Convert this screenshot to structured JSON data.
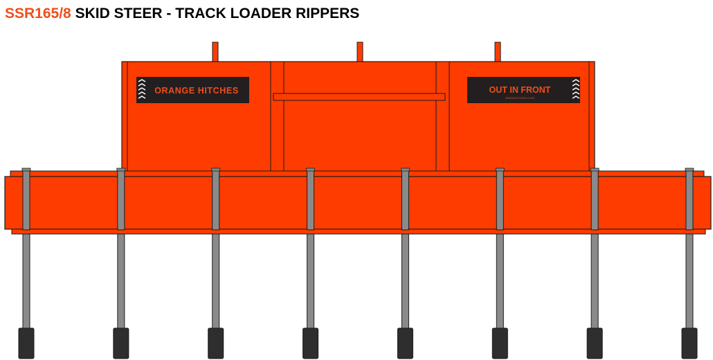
{
  "header": {
    "model": "SSR165/8",
    "description": "SKID STEER - TRACK LOADER RIPPERS"
  },
  "decals": {
    "left": {
      "text": "ORANGE HITCHES"
    },
    "right": {
      "text": "OUT IN FRONT",
      "subtext": "ORANGEHITCHES.CO.NZ"
    }
  },
  "ripper": {
    "tine_count": 8
  },
  "colors": {
    "accent": "#f04e1a",
    "body": "#ff3c00",
    "outline": "#1a1a1a",
    "tine": "#8a8a8a",
    "tine_tip": "#2e2e2e",
    "decal_bg": "#231f20",
    "decal_text": "#f04e1a"
  }
}
